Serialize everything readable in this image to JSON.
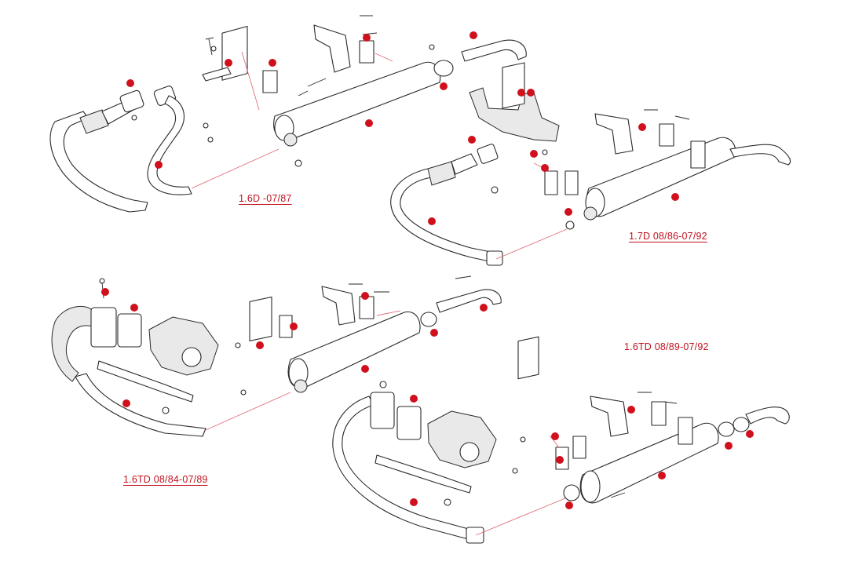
{
  "labels": {
    "variant_1": "1.6D -07/87",
    "variant_2": "1.7D 08/86-07/92",
    "variant_3": "1.6TD 08/89-07/92",
    "variant_4": "1.6TD 08/84-07/89"
  },
  "colors": {
    "accent": "#d0101c",
    "line": "#2a2a2a",
    "label": "#c0121f"
  }
}
